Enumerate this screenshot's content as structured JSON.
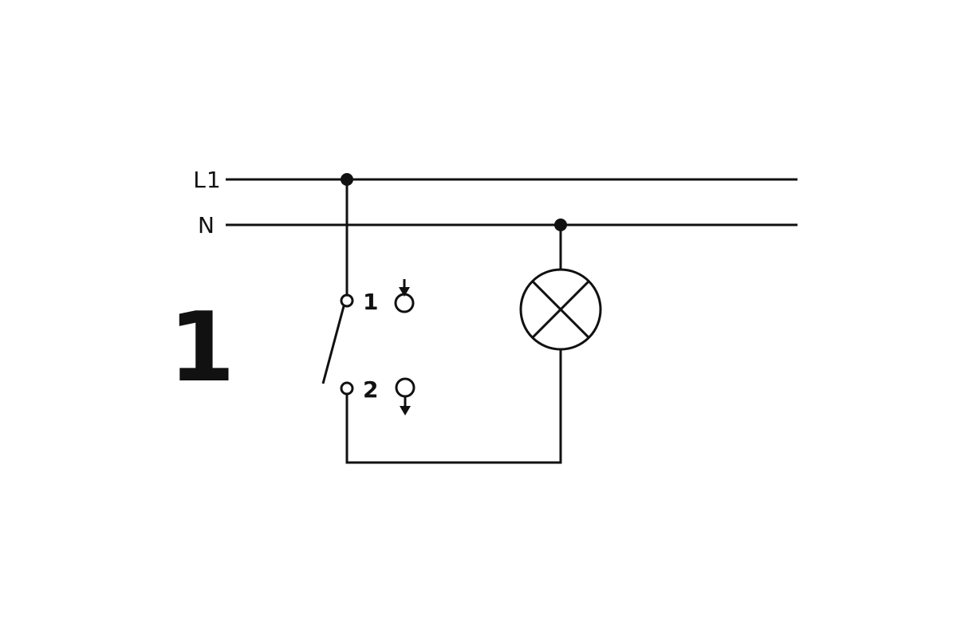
{
  "figure": {
    "number": "1"
  },
  "labels": {
    "phase": "L1",
    "neutral": "N",
    "terminal1": "1",
    "terminal2": "2"
  },
  "symbols": {
    "lamp": "lamp-circle-with-cross",
    "switch": "one-way-switch-open",
    "wire_in": "arrow-down-into-circle",
    "wire_out": "arrow-down-out-of-circle"
  },
  "colors": {
    "stroke": "#111111",
    "background": "#ffffff"
  }
}
